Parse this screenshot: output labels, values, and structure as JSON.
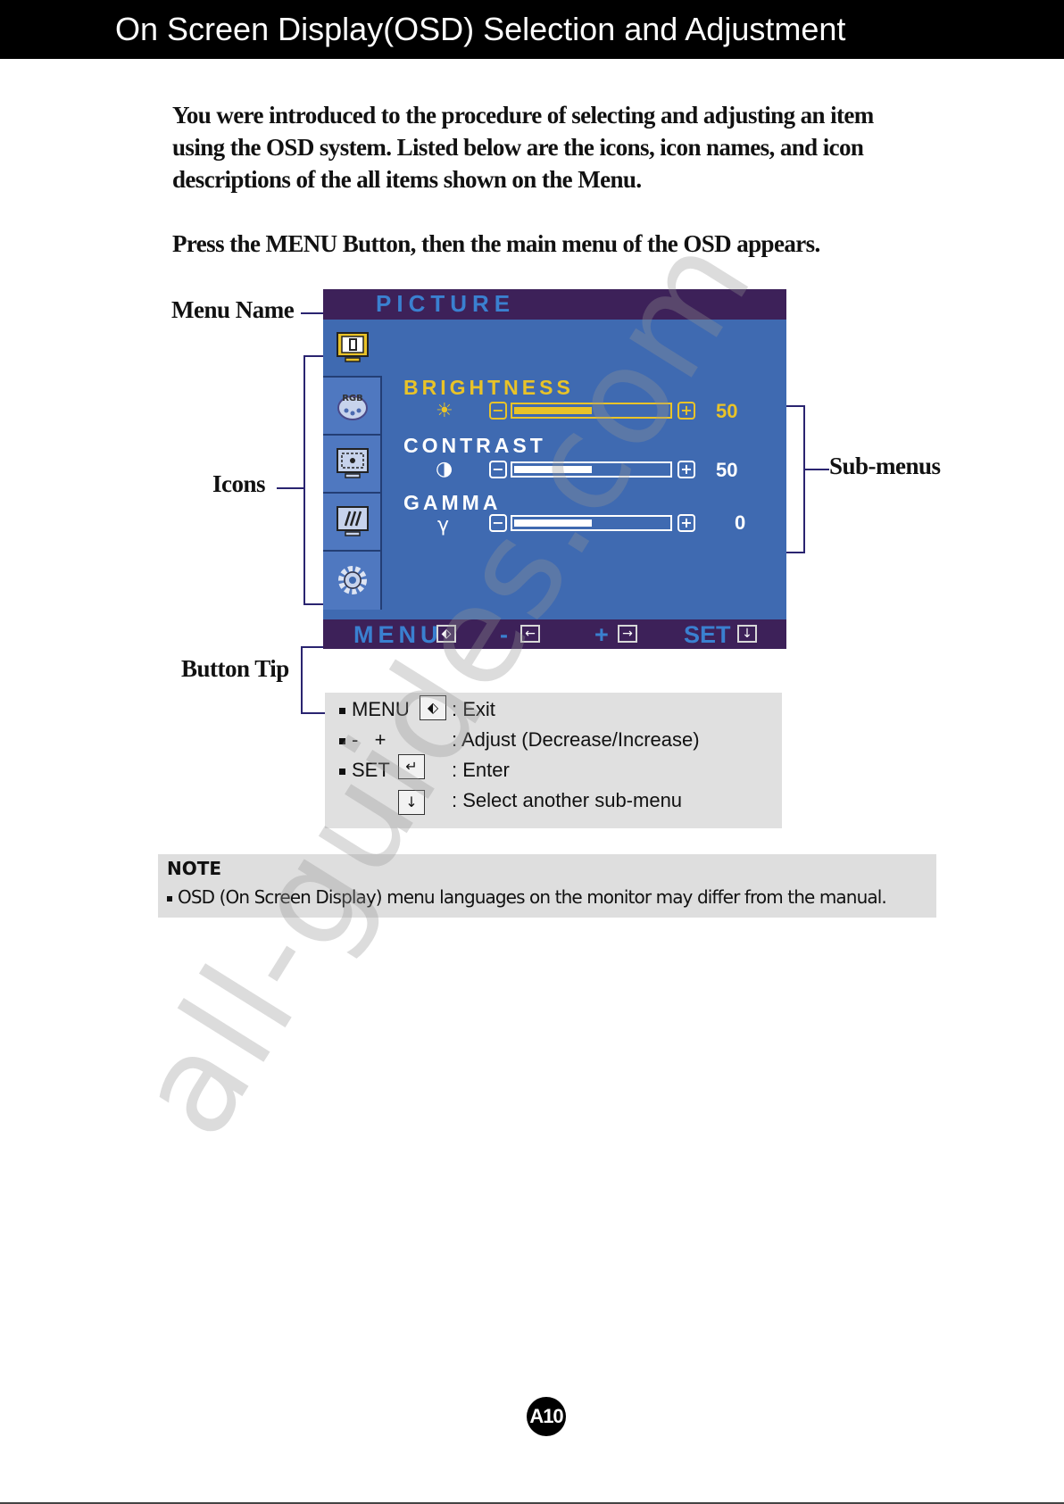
{
  "header": {
    "title": "On Screen Display(OSD) Selection and Adjustment"
  },
  "intro": {
    "line1": "You were introduced to the procedure of selecting and adjusting an item",
    "line2": "using the OSD system.  Listed below are the icons, icon names, and icon",
    "line3": "descriptions of the all items shown on the Menu.",
    "line4": "Press the MENU Button, then the main menu of the OSD appears."
  },
  "callouts": {
    "menu_name": "Menu Name",
    "icons": "Icons",
    "sub_menus": "Sub-menus",
    "button_tip": "Button Tip"
  },
  "osd": {
    "title": "PICTURE",
    "tab_rgb_label": "RGB",
    "items": [
      {
        "label": "BRIGHTNESS",
        "icon": "☀",
        "value": "50",
        "level": 0.5
      },
      {
        "label": "CONTRAST",
        "icon": "◑",
        "value": "50",
        "level": 0.5
      },
      {
        "label": "GAMMA",
        "icon": "γ",
        "value": "0",
        "level": 0.5
      }
    ],
    "footer": {
      "menu": "MENU",
      "minus": "-",
      "plus": "+",
      "set": "SET"
    },
    "colors": {
      "highlight": "#e9c328",
      "normal": "#ffffff",
      "title": "#3a80d0",
      "bar_bg": "#3d2159",
      "panel": "#3f6ab1"
    }
  },
  "button_tips": [
    {
      "key": "MENU",
      "desc": ": Exit"
    },
    {
      "key": "-   +",
      "desc": ": Adjust (Decrease/Increase)"
    },
    {
      "key": "SET",
      "desc": ": Enter"
    },
    {
      "key": "",
      "desc": ": Select another sub-menu"
    }
  ],
  "note": {
    "title": "NOTE",
    "text": "OSD (On Screen Display) menu languages on the monitor may differ from the manual."
  },
  "watermark": "all-guides.com",
  "page_number": "A10"
}
